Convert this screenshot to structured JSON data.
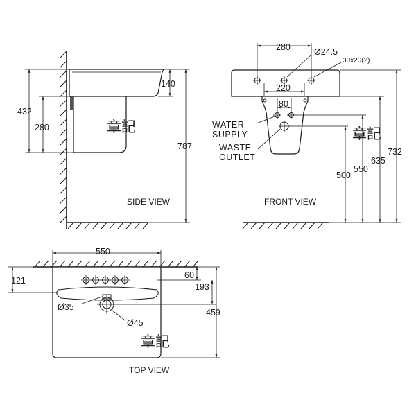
{
  "views": {
    "side": "SIDE VIEW",
    "front": "FRONT VIEW",
    "top": "TOP VIEW"
  },
  "stamp": "章記",
  "side_view": {
    "dims": {
      "basin_depth": "140",
      "overall_height": "432",
      "pedestal_height": "280",
      "rim_height": "787"
    }
  },
  "front_view": {
    "dims": {
      "tap_hole_dia": "Ø24.5",
      "overflow_slot": "30x20(2)",
      "outer_tap_spacing": "280",
      "inner_tap_spacing": "220",
      "supply_spacing": "80",
      "waste_height": "500",
      "supply_height": "550",
      "underside_height": "635",
      "rim_height": "732"
    },
    "labels": {
      "water_1": "WATER",
      "water_2": "SUPPLY",
      "waste_1": "WASTE",
      "waste_2": "OUTLET"
    }
  },
  "top_view": {
    "dims": {
      "width": "550",
      "wall_to_taps": "121",
      "to_overflow": "60",
      "to_drain": "193",
      "depth": "459",
      "overflow_dia": "Ø35",
      "drain_dia": "Ø45"
    }
  }
}
